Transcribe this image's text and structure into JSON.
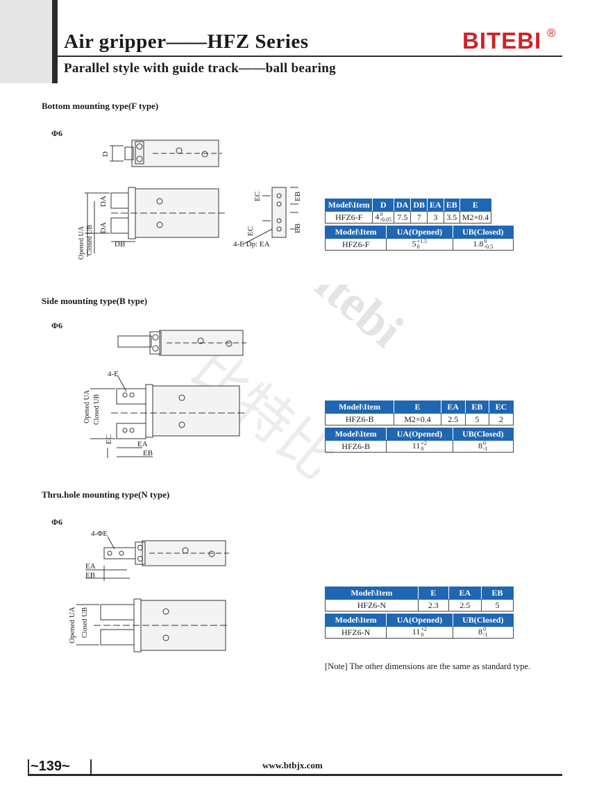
{
  "header": {
    "title": "Air gripper——HFZ Series",
    "subtitle": "Parallel style with guide track——ball bearing",
    "brand": "BITEBI",
    "brand_mark": "®"
  },
  "sections": [
    {
      "heading": "Bottom mounting type(F type)",
      "size_label": "Φ6",
      "drawing_labels": [
        "D",
        "DA",
        "DA",
        "DB",
        "Opened UA",
        "Closed UB",
        "EC",
        "EC",
        "EB",
        "EB",
        "4-E Dp: EA"
      ],
      "tables": [
        {
          "headers": [
            "Model\\Item",
            "D",
            "DA",
            "DB",
            "EA",
            "EB",
            "E"
          ],
          "rows": [
            [
              {
                "v": "HFZ6-F"
              },
              {
                "v": "4",
                "up": "0",
                "dn": "-0.05"
              },
              {
                "v": "7.5"
              },
              {
                "v": "7"
              },
              {
                "v": "3"
              },
              {
                "v": "3.5"
              },
              {
                "v": "M2×0.4"
              }
            ]
          ]
        },
        {
          "headers": [
            "Model\\Item",
            "UA(Opened)",
            "UB(Closed)"
          ],
          "rows": [
            [
              {
                "v": "HFZ6-F"
              },
              {
                "v": "5",
                "up": "+1.5",
                "dn": "0"
              },
              {
                "v": "1.8",
                "up": "0",
                "dn": "-0.5"
              }
            ]
          ]
        }
      ]
    },
    {
      "heading": "Side  mounting type(B  type)",
      "size_label": "Φ6",
      "drawing_labels": [
        "4-E",
        "Opened UA",
        "Closed UB",
        "EC",
        "EA",
        "EB"
      ],
      "tables": [
        {
          "headers": [
            "Model\\Item",
            "E",
            "EA",
            "EB",
            "EC"
          ],
          "rows": [
            [
              {
                "v": "HFZ6-B"
              },
              {
                "v": "M2×0.4"
              },
              {
                "v": "2.5"
              },
              {
                "v": "5"
              },
              {
                "v": "2"
              }
            ]
          ]
        },
        {
          "headers": [
            "Model\\Item",
            "UA(Opened)",
            "UB(Closed)"
          ],
          "rows": [
            [
              {
                "v": "HFZ6-B"
              },
              {
                "v": "11",
                "up": "+2",
                "dn": "0"
              },
              {
                "v": "8",
                "up": "0",
                "dn": "-1"
              }
            ]
          ]
        }
      ]
    },
    {
      "heading": "Thru.hole mounting type(N type)",
      "size_label": "Φ6",
      "drawing_labels": [
        "4-ΦE",
        "EA",
        "EB",
        "Opened UA",
        "Closed UB"
      ],
      "tables": [
        {
          "headers": [
            "Model\\Item",
            "E",
            "EA",
            "EB"
          ],
          "rows": [
            [
              {
                "v": "HFZ6-N"
              },
              {
                "v": "2.3"
              },
              {
                "v": "2.5"
              },
              {
                "v": "5"
              }
            ]
          ]
        },
        {
          "headers": [
            "Model\\Item",
            "UA(Opened)",
            "UB(Closed)"
          ],
          "rows": [
            [
              {
                "v": "HFZ6-N"
              },
              {
                "v": "11",
                "up": "+2",
                "dn": "0"
              },
              {
                "v": "8",
                "up": "0",
                "dn": "-1"
              }
            ]
          ]
        }
      ]
    }
  ],
  "note": "[Note] The other dimensions are the same as standard type.",
  "footer": {
    "page": "~139~",
    "url": "www.btbjx.com"
  },
  "watermark": {
    "latin": "Bitebi",
    "chinese": "比特比"
  },
  "colors": {
    "table_header": "#1f66b3",
    "brand": "#d42027",
    "rule": "#2a2a2a"
  }
}
